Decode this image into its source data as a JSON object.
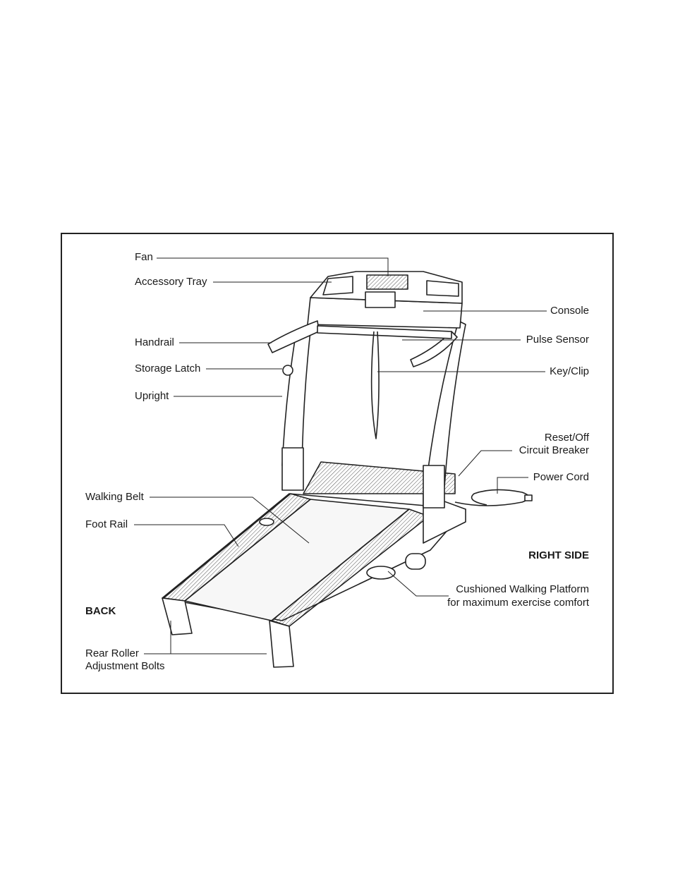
{
  "labels": {
    "fan": "Fan",
    "accessory_tray": "Accessory Tray",
    "handrail": "Handrail",
    "storage_latch": "Storage Latch",
    "upright": "Upright",
    "walking_belt": "Walking Belt",
    "foot_rail": "Foot Rail",
    "back": "BACK",
    "rear_roller_1": "Rear Roller",
    "rear_roller_2": "Adjustment Bolts",
    "console": "Console",
    "pulse_sensor": "Pulse Sensor",
    "key_clip": "Key/Clip",
    "reset_off_1": "Reset/Off",
    "reset_off_2": "Circuit Breaker",
    "power_cord": "Power Cord",
    "right_side": "RIGHT SIDE",
    "cushioned_1": "Cushioned Walking Platform",
    "cushioned_2": "for maximum exercise comfort"
  }
}
